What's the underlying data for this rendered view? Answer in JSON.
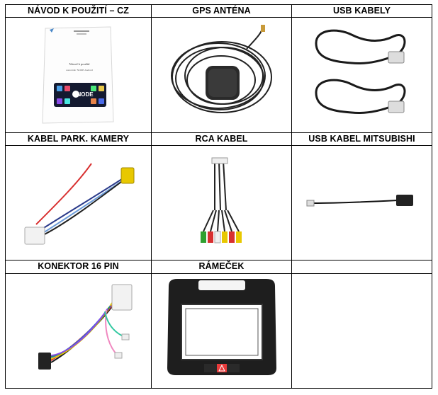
{
  "headers": [
    [
      "NÁVOD K POUŽITÍ – CZ",
      "GPS ANTÉNA",
      "USB KABELY"
    ],
    [
      "KABEL PARK. KAMERY",
      "RCA KABEL",
      "USB KABEL MITSUBISHI"
    ],
    [
      "KONEKTOR 16 PIN",
      "RÁMEČEK",
      ""
    ]
  ],
  "manual": {
    "title": "Návod k použití",
    "subtitle": "Autorádio 'NODE Android",
    "logo": "NODE"
  }
}
